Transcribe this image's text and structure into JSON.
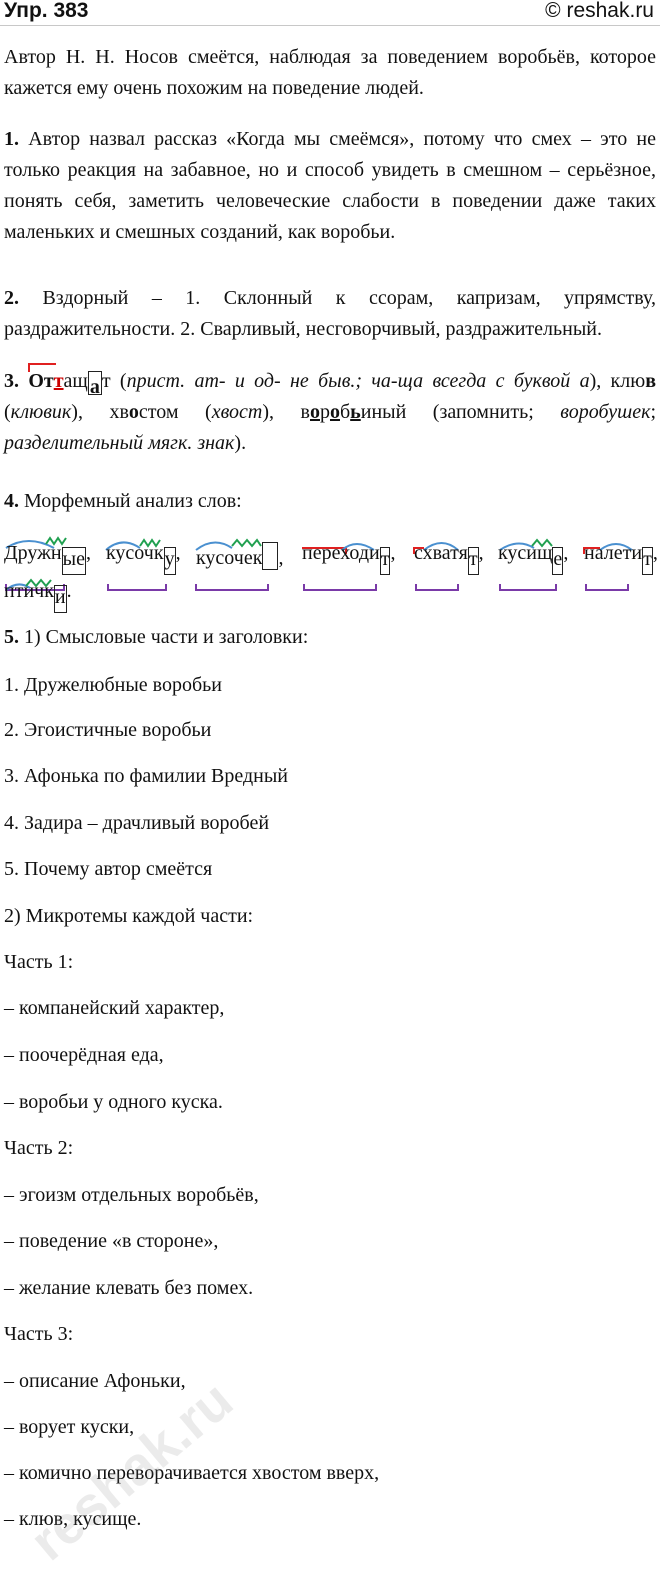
{
  "header": {
    "title": "Упр. 383",
    "site": "© reshak.ru"
  },
  "intro": "Автор Н. Н. Носов смеётся, наблюдая за поведением воробьёв, которое кажется ему очень похожим на поведение людей.",
  "q1": {
    "num": "1.",
    "text": " Автор назвал рассказ «Когда мы смеёмся», потому что смех – это не только реакция на забавное, но и способ увидеть в смешном – серьёзное, понять себя, заметить человеческие слабости в поведении даже таких маленьких и смешных созданий, как воробьи."
  },
  "q2": {
    "num": "2.",
    "text": " Вздорный – 1. Склонный к ссорам, капризам, упрямству, раздражительности. 2. Сварливый, несговорчивый, раздражительный."
  },
  "q3": {
    "num": "3.",
    "w1a": "От",
    "w1b": "т",
    "w1c": "ащ",
    "w1d": "а",
    "w1e": "т",
    "note1": "прист. ат- и од- не быв.; ча-ща всегда с буквой а",
    "t1": "), клю",
    "t1b": "в",
    "t2": " (",
    "note2": "клювик",
    "t3": "), хв",
    "t3b": "о",
    "t3c": "стом (",
    "note3": "хвост",
    "t4": "), в",
    "t4b": "о",
    "t4c": "р",
    "t4d": "о",
    "t4e": "б",
    "t4f": "ь",
    "t4g": "иный (запомнить; ",
    "note4": "воробушек",
    "t5": ";",
    "note5": "разделительный мягк. знак",
    "t6": ")."
  },
  "q4": {
    "num": "4.",
    "text": " Морфемный анализ слов:"
  },
  "morph_words": [
    {
      "stem": "Дружн",
      "end": "ые",
      "sep": ","
    },
    {
      "stem": "кусочк",
      "end": "у",
      "sep": ","
    },
    {
      "stem": "кусочек",
      "end": "",
      "sep": ","
    },
    {
      "stem": "переходи",
      "end": "т",
      "sep": ","
    },
    {
      "stem": "схватя",
      "end": "т",
      "sep": ","
    },
    {
      "stem": "кусищ",
      "end": "е",
      "sep": ","
    },
    {
      "stem": "налети",
      "end": "т",
      "sep": ","
    },
    {
      "stem": "птичк",
      "end": "и",
      "sep": "."
    }
  ],
  "q5": {
    "num": "5.",
    "text": " 1) Смысловые части и заголовки:"
  },
  "lines": [
    "1. Дружелюбные воробьи",
    "2. Эгоистичные воробьи",
    "3. Афонька по фамилии Вредный",
    "4. Задира – драчливый воробей",
    "5. Почему автор смеётся",
    "2) Микротемы каждой части:",
    "Часть 1:",
    "– компанейский характер,",
    "– поочерёдная еда,",
    "– воробьи у одного куска.",
    "Часть 2:",
    "– эгоизм отдельных воробьёв,",
    "– поведение «в стороне»,",
    "– желание клевать без помех.",
    "Часть 3:",
    "– описание Афоньки,",
    "– ворует куски,",
    "– комично переворачивается хвостом вверх,",
    "– клюв, кусище."
  ],
  "watermark": "reshak.ru",
  "colors": {
    "prefix": "#e02020",
    "root": "#4a90d0",
    "suffix": "#20a050",
    "base": "#7a3aa8"
  }
}
